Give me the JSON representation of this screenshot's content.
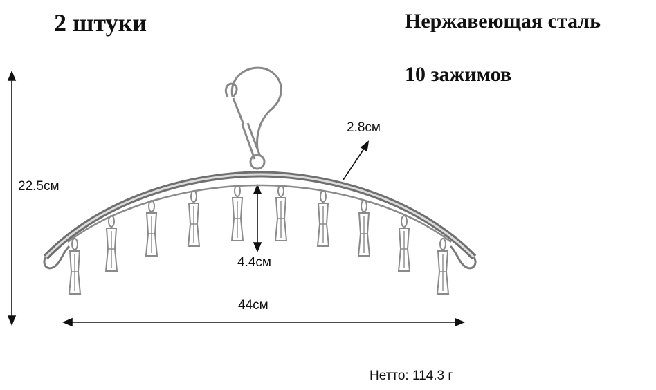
{
  "headings": {
    "quantity": "2 штуки",
    "material": "Нержавеющая сталь",
    "clips": "10 зажимов"
  },
  "dimensions": {
    "height": "22.5см",
    "wire": "2.8см",
    "clip": "4.4см",
    "width": "44см"
  },
  "weight": "Нетто: 114.3 г",
  "product": {
    "clip_count": 10,
    "metal_color": "#8a8a8a",
    "arrow_color": "#111111"
  }
}
